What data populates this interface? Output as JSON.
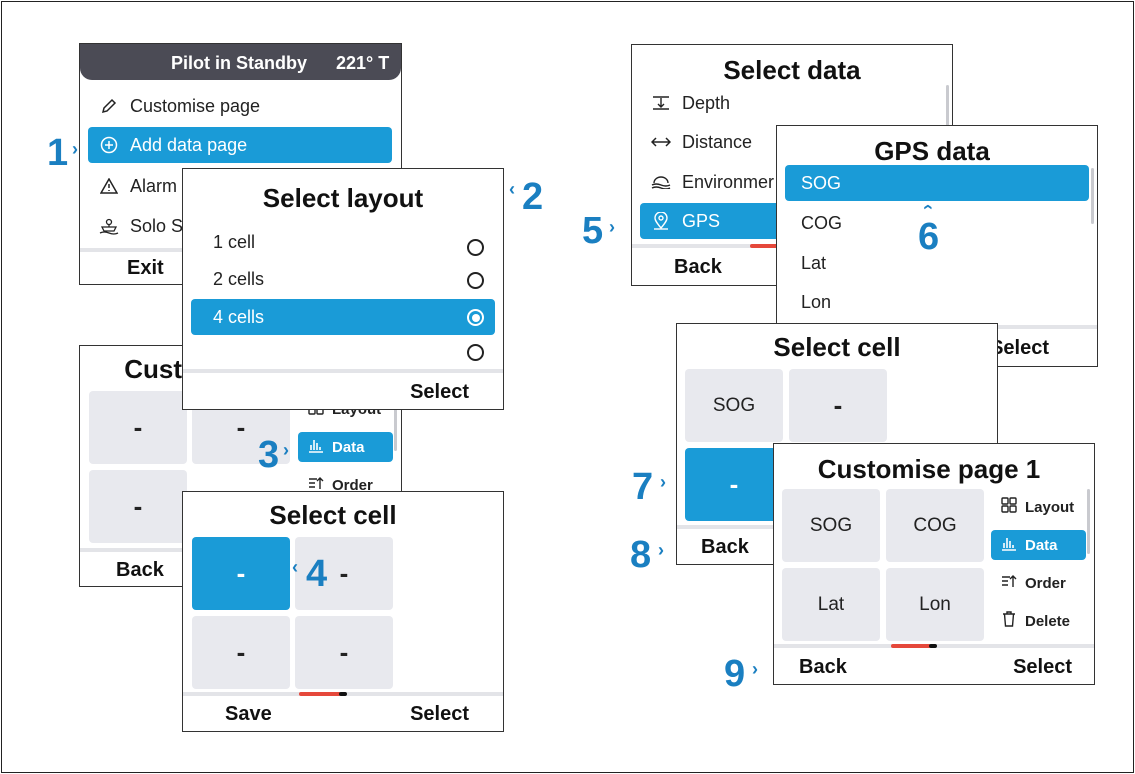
{
  "colors": {
    "accent": "#1a9bd7",
    "step_number": "#1a7fc1",
    "header_bg": "#4b4b55",
    "cell_bg": "#e8e9ee"
  },
  "steps": [
    "1",
    "2",
    "3",
    "4",
    "5",
    "6",
    "7",
    "8",
    "9"
  ],
  "screen1": {
    "header_title": "Pilot in Standby",
    "header_heading": "221° T",
    "items": [
      {
        "label": "Customise page",
        "icon": "pencil-icon"
      },
      {
        "label": "Add data page",
        "icon": "plus-circle-icon"
      },
      {
        "label": "Alarm",
        "icon": "warning-icon"
      },
      {
        "label": "Solo S",
        "icon": "boat-icon"
      }
    ],
    "footer_left": "Exit"
  },
  "screen2": {
    "title": "Select layout",
    "options": [
      "1 cell",
      "2 cells",
      "4 cells"
    ],
    "footer_right": "Select"
  },
  "screen3": {
    "title": "Customise page 1",
    "cells": [
      "-",
      "-",
      "-"
    ],
    "menu": [
      {
        "label": "Layout",
        "icon": "layout-icon"
      },
      {
        "label": "Data",
        "icon": "chart-icon"
      },
      {
        "label": "Order",
        "icon": "order-icon"
      }
    ],
    "footer_left": "Back"
  },
  "screen4": {
    "title": "Select cell",
    "cells": [
      "-",
      "-",
      "-",
      "-"
    ],
    "footer_left": "Save",
    "footer_right": "Select"
  },
  "screen5": {
    "title": "Select data",
    "items": [
      {
        "label": "Depth",
        "icon": "depth-icon"
      },
      {
        "label": "Distance",
        "icon": "distance-icon"
      },
      {
        "label": "Environmer",
        "icon": "environment-icon"
      },
      {
        "label": "GPS",
        "icon": "location-pin-icon"
      }
    ],
    "footer_left": "Back"
  },
  "screen6": {
    "title": "GPS data",
    "items": [
      "SOG",
      "COG",
      "Lat",
      "Lon"
    ],
    "footer_right": "Select"
  },
  "screen7": {
    "title": "Select cell",
    "cells": [
      "SOG",
      "-",
      "-"
    ],
    "footer_left": "Back"
  },
  "screen9": {
    "title": "Customise page 1",
    "cells": [
      "SOG",
      "COG",
      "Lat",
      "Lon"
    ],
    "menu": [
      {
        "label": "Layout",
        "icon": "layout-icon"
      },
      {
        "label": "Data",
        "icon": "chart-icon"
      },
      {
        "label": "Order",
        "icon": "order-icon"
      },
      {
        "label": "Delete",
        "icon": "trash-icon"
      }
    ],
    "footer_left": "Back",
    "footer_right": "Select"
  }
}
